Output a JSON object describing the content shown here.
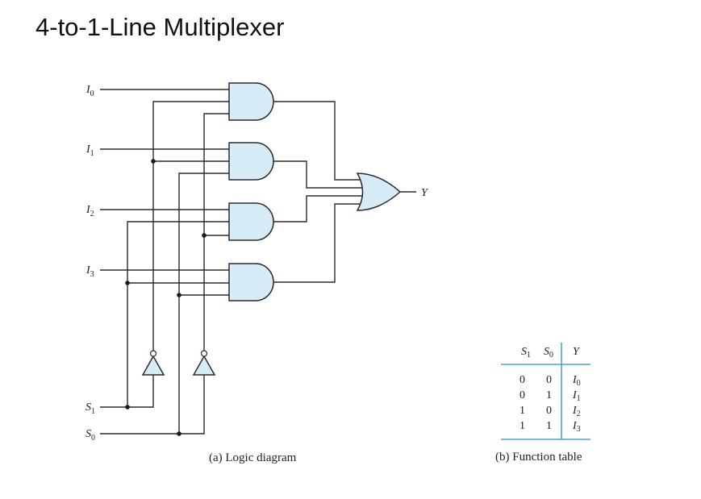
{
  "title": "4-to-1-Line Multiplexer",
  "inputs": [
    {
      "name": "I",
      "sub": "0"
    },
    {
      "name": "I",
      "sub": "1"
    },
    {
      "name": "I",
      "sub": "2"
    },
    {
      "name": "I",
      "sub": "3"
    }
  ],
  "selects": [
    {
      "name": "S",
      "sub": "1"
    },
    {
      "name": "S",
      "sub": "0"
    }
  ],
  "output": "Y",
  "captions": {
    "logic": "(a) Logic diagram",
    "table": "(b) Function table"
  },
  "function_table": {
    "headers": [
      {
        "name": "S",
        "sub": "1"
      },
      {
        "name": "S",
        "sub": "0"
      },
      {
        "name": "Y",
        "sub": ""
      }
    ],
    "rows": [
      {
        "s1": "0",
        "s0": "0",
        "y": "I",
        "ysub": "0"
      },
      {
        "s1": "0",
        "s0": "1",
        "y": "I",
        "ysub": "1"
      },
      {
        "s1": "1",
        "s0": "0",
        "y": "I",
        "ysub": "2"
      },
      {
        "s1": "1",
        "s0": "1",
        "y": "I",
        "ysub": "3"
      }
    ]
  },
  "colors": {
    "gate_fill": "#d6ecf7",
    "table_rule": "#4aa3cc"
  }
}
